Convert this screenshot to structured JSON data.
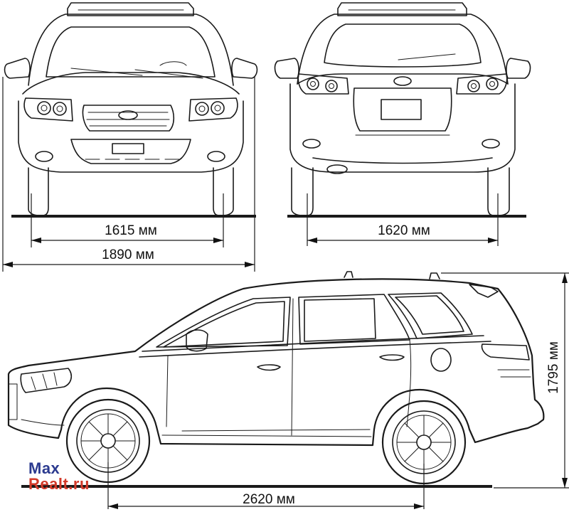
{
  "dimensions": {
    "front_track": "1615 мм",
    "overall_width": "1890 мм",
    "rear_track": "1620 мм",
    "wheelbase": "2620 мм",
    "overall_height": "1795 мм"
  },
  "watermark": {
    "line1": "Max",
    "line2": "Realt.ru"
  }
}
